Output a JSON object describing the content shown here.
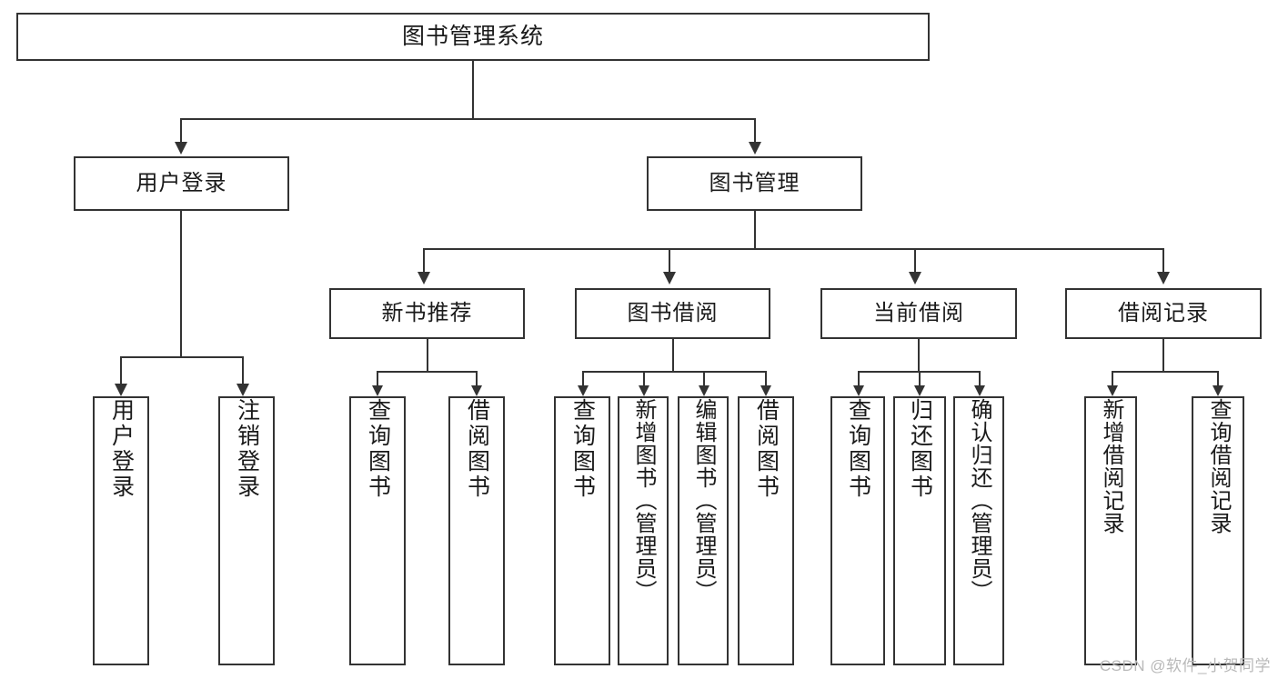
{
  "diagram": {
    "type": "tree-hierarchy-chart",
    "title": "图书管理系统",
    "colors": {
      "box_border": "#333333",
      "box_fill": "#ffffff",
      "line": "#333333",
      "text": "#1a1a1a",
      "watermark": "#b9b9b9",
      "background": "#ffffff"
    },
    "root": {
      "label": "图书管理系统"
    },
    "level2": [
      {
        "label": "用户登录"
      },
      {
        "label": "图书管理"
      }
    ],
    "level3": [
      {
        "label": "新书推荐"
      },
      {
        "label": "图书借阅"
      },
      {
        "label": "当前借阅"
      },
      {
        "label": "借阅记录"
      }
    ],
    "leaves": {
      "user_login": [
        {
          "label": "用户登录"
        },
        {
          "label": "注销登录"
        }
      ],
      "new_book_recommend": [
        {
          "label": "查询图书"
        },
        {
          "label": "借阅图书"
        }
      ],
      "book_borrow": [
        {
          "label": "查询图书"
        },
        {
          "label": "新增图书（管理员）"
        },
        {
          "label": "编辑图书（管理员）"
        },
        {
          "label": "借阅图书"
        }
      ],
      "current_borrow": [
        {
          "label": "查询图书"
        },
        {
          "label": "归还图书"
        },
        {
          "label": "确认归还（管理员）"
        }
      ],
      "borrow_record": [
        {
          "label": "新增借阅记录"
        },
        {
          "label": "查询借阅记录"
        }
      ]
    }
  },
  "watermark": {
    "text": "CSDN @软件_小贺同学"
  }
}
